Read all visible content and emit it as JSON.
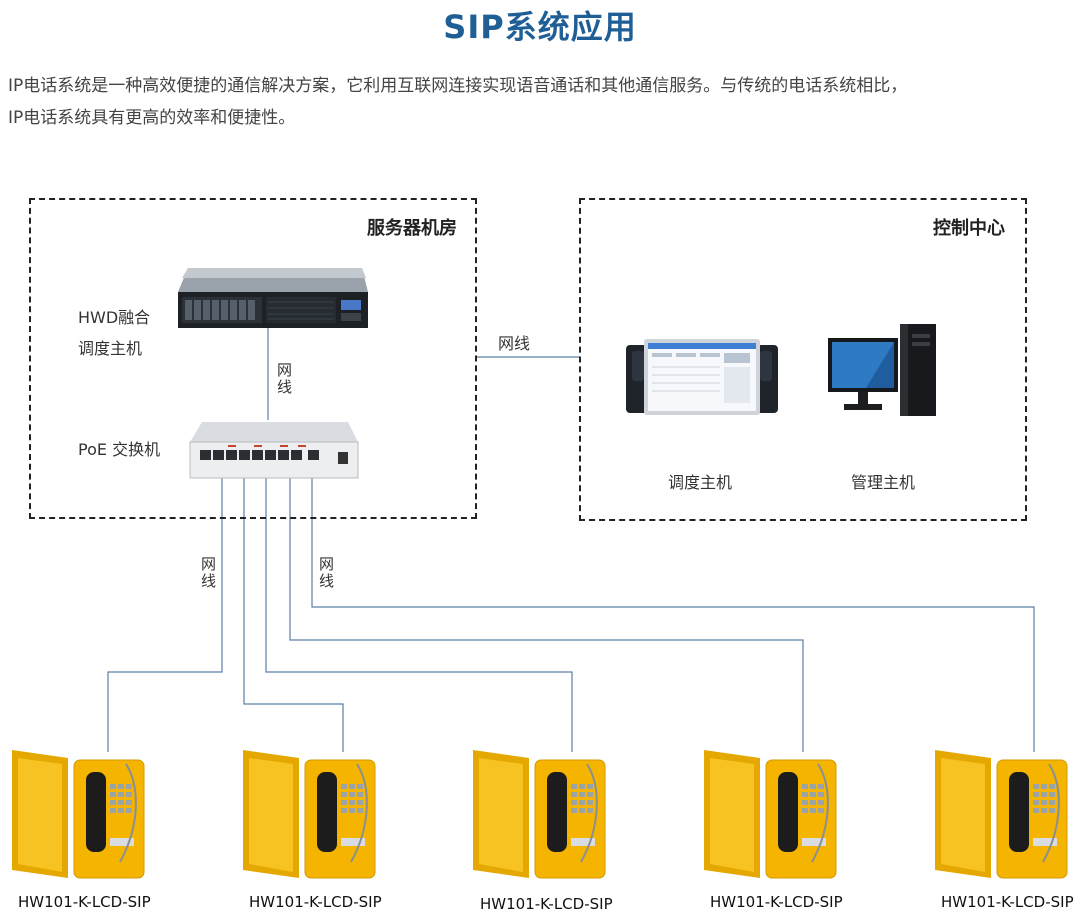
{
  "title": "SIP系统应用",
  "intro": {
    "line1": "IP电话系统是一种高效便捷的通信解决方案，它利用互联网连接实现语音通话和其他通信服务。与传统的电话系统相比，",
    "line2": "IP电话系统具有更高的效率和便捷性。"
  },
  "server_room": {
    "title": "服务器机房",
    "host_label_1": "HWD融合",
    "host_label_2": "调度主机",
    "switch_label": "PoE 交换机",
    "cable_label": "网线"
  },
  "control_center": {
    "title": "控制中心",
    "dispatch_label": "调度主机",
    "admin_label": "管理主机"
  },
  "links": {
    "room_to_center": "网线",
    "left_cable": "网线",
    "right_cable": "网线"
  },
  "phones": [
    {
      "model": "HW101-K-LCD-SIP"
    },
    {
      "model": "HW101-K-LCD-SIP"
    },
    {
      "model": "HW101-K-LCD-SIP"
    },
    {
      "model": "HW101-K-LCD-SIP"
    },
    {
      "model": "HW101-K-LCD-SIP"
    }
  ],
  "colors": {
    "title": "#1f5f96",
    "wire": "#5a7fa6",
    "phone": "#f4b400"
  }
}
